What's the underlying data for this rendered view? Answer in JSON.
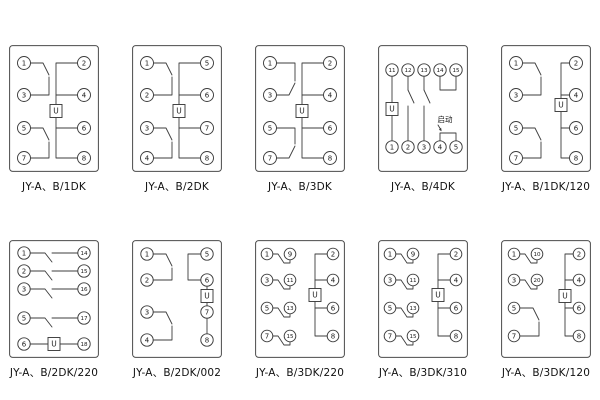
{
  "page": {
    "background": "#ffffff",
    "line_color": "#3c3c3c"
  },
  "diagrams": [
    {
      "label": "JY-A、B/1DK",
      "type": "two-col-a",
      "left": [
        "1",
        "3",
        "5",
        "7"
      ],
      "right": [
        "2",
        "4",
        "6",
        "8"
      ],
      "coil": "U"
    },
    {
      "label": "JY-A、B/2DK",
      "type": "two-col-a",
      "left": [
        "1",
        "2",
        "3",
        "4"
      ],
      "right": [
        "5",
        "6",
        "7",
        "8"
      ],
      "coil": "U"
    },
    {
      "label": "JY-A、B/3DK",
      "type": "two-col-b",
      "left": [
        "1",
        "3",
        "5",
        "7"
      ],
      "right": [
        "2",
        "4",
        "6",
        "8"
      ],
      "coil": "U"
    },
    {
      "label": "JY-A、B/4DK",
      "type": "grid-5x2",
      "top": [
        "11",
        "12",
        "13",
        "14",
        "15"
      ],
      "bottom": [
        "1",
        "2",
        "3",
        "4",
        "5"
      ],
      "coil": "U",
      "annotation": "启动"
    },
    {
      "label": "JY-A、B/1DK/120",
      "type": "two-col-c",
      "left": [
        "1",
        "3",
        "5",
        "7"
      ],
      "right": [
        "2",
        "4",
        "6",
        "8"
      ],
      "coil": "U"
    },
    {
      "label": "JY-A、B/2DK/220",
      "type": "coil-bottom",
      "left": [
        "1",
        "2",
        "3",
        "5"
      ],
      "right": [
        "14",
        "15",
        "16",
        "17"
      ],
      "bottom": [
        "6",
        "18"
      ],
      "coil": "U"
    },
    {
      "label": "JY-A、B/2DK/002",
      "type": "coil-inline-right",
      "left": [
        "1",
        "2",
        "3",
        "4"
      ],
      "right": [
        "5",
        "6",
        "7",
        "8"
      ],
      "coil": "U"
    },
    {
      "label": "JY-A、B/3DK/220",
      "type": "three-col",
      "left": [
        "1",
        "3",
        "5",
        "7"
      ],
      "middle": [
        "9",
        "11",
        "13",
        "15"
      ],
      "right": [
        "2",
        "4",
        "6",
        "8"
      ],
      "coil": "U"
    },
    {
      "label": "JY-A、B/3DK/310",
      "type": "three-col",
      "left": [
        "1",
        "3",
        "5",
        "7"
      ],
      "middle": [
        "9",
        "11",
        "13",
        "15"
      ],
      "right": [
        "2",
        "4",
        "6",
        "8"
      ],
      "coil": "U"
    },
    {
      "label": "JY-A、B/3DK/120",
      "type": "three-col-partial",
      "left": [
        "1",
        "3",
        "5",
        "7"
      ],
      "middle": [
        "10",
        "20"
      ],
      "right": [
        "2",
        "4",
        "6",
        "8"
      ],
      "coil": "U"
    }
  ]
}
